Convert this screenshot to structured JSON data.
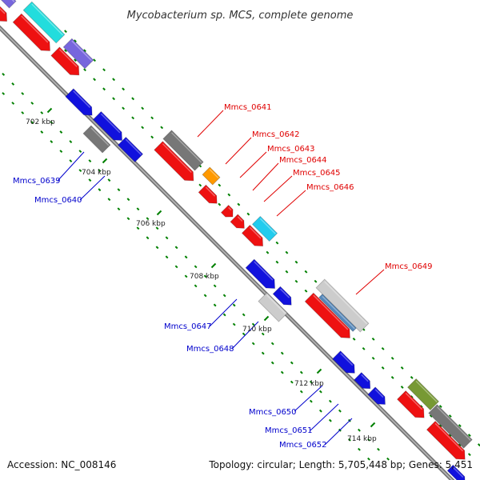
{
  "title": "Mycobacterium sp. MCS, complete genome",
  "footer": {
    "accession": "Accession: NC_008146",
    "topology": "Topology: circular; Length: 5,705,448 bp; Genes: 5,451"
  },
  "kbp_ticks": [
    "702 kbp",
    "704 kbp",
    "706 kbp",
    "708 kbp",
    "710 kbp",
    "712 kbp",
    "714 kbp"
  ],
  "gene_labels": {
    "forward": [
      "Mmcs_0641",
      "Mmcs_0642",
      "Mmcs_0643",
      "Mmcs_0644",
      "Mmcs_0645",
      "Mmcs_0646",
      "Mmcs_0649"
    ],
    "reverse": [
      "Mmcs_0639",
      "Mmcs_0640",
      "Mmcs_0647",
      "Mmcs_0648",
      "Mmcs_0650",
      "Mmcs_0651",
      "Mmcs_0652"
    ]
  },
  "colors": {
    "forward_label": "#e00000",
    "reverse_label": "#0000cc",
    "backbone": "#888888",
    "tick_dots": "#008000",
    "red_gene": "#ee1111",
    "blue_gene": "#1111dd",
    "gray_gene": "#777777",
    "light_gray_gene": "#cccccc",
    "orange_gene": "#ff9900",
    "cyan_gene": "#22ccee",
    "aqua_gene": "#22dddd",
    "purple_gene": "#7766dd",
    "olive_gene": "#779933",
    "steel_gene": "#5588bb"
  }
}
